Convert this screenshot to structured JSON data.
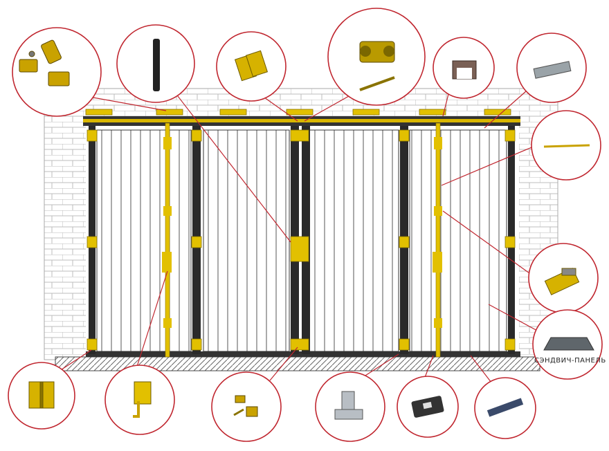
{
  "labels": {
    "sandwich_panel": "СЭНДВИЧ-ПАНЕЛЬ"
  },
  "colors": {
    "brick_fill": "#ffffff",
    "brick_line": "#b9b9b9",
    "wall_bg": "#f2f2f2",
    "frame_dark": "#2a2a2a",
    "brass": "#e2c000",
    "callout_ring": "#c0262f",
    "leader_line": "#c0262f"
  },
  "callouts": [
    {
      "id": "hinge-brackets",
      "icon": "hinge-brackets-icon"
    },
    {
      "id": "door-handle",
      "icon": "door-handle-icon"
    },
    {
      "id": "butt-hinge",
      "icon": "butt-hinge-icon"
    },
    {
      "id": "roller-carriage",
      "icon": "roller-carriage-icon"
    },
    {
      "id": "top-guide-rail",
      "icon": "top-rail-icon"
    },
    {
      "id": "aluminium-profile",
      "icon": "aluminium-profile-icon"
    },
    {
      "id": "locking-rod",
      "icon": "locking-rod-icon"
    },
    {
      "id": "slide-bolt",
      "icon": "slide-bolt-icon"
    },
    {
      "id": "sandwich-panel",
      "icon": "sandwich-panel-icon"
    },
    {
      "id": "floor-guide",
      "icon": "floor-guide-icon"
    },
    {
      "id": "floor-stop-plate",
      "icon": "floor-stop-plate-icon"
    },
    {
      "id": "bottom-rail",
      "icon": "bottom-rail-icon"
    },
    {
      "id": "small-bolts",
      "icon": "small-bolts-icon"
    },
    {
      "id": "latch-handle",
      "icon": "latch-handle-icon"
    },
    {
      "id": "leaf-hinge",
      "icon": "leaf-hinge-icon"
    }
  ]
}
